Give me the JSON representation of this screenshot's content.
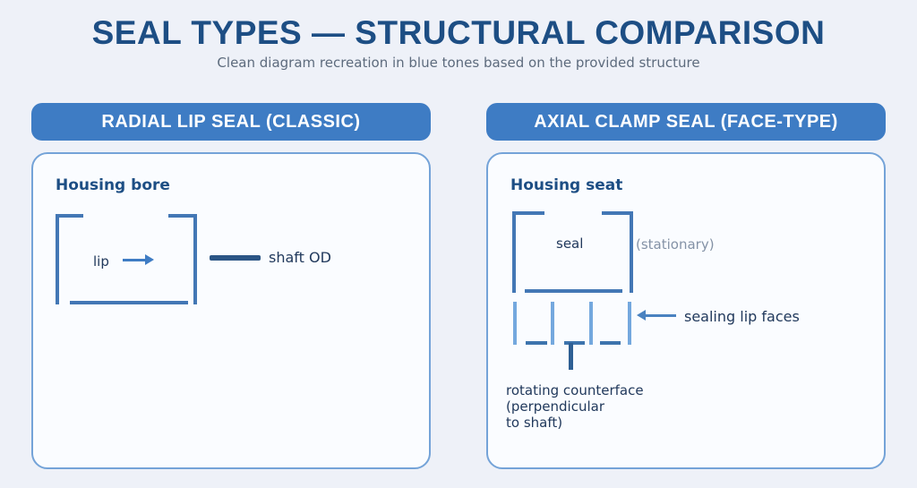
{
  "page": {
    "title": "SEAL TYPES — STRUCTURAL COMPARISON",
    "subtitle": "Clean diagram recreation in blue tones based on the provided structure"
  },
  "colors": {
    "page_background": "#eef1f8",
    "panel_background": "#fafcff",
    "panel_border": "#74a3d8",
    "header_pill": "#3e7cc4",
    "title_navy": "#1d4e84",
    "bracket_blue": "#4377b5",
    "light_tick_blue": "#74a8de",
    "counterface_stem": "#2e5f94",
    "shaft_bar": "#2b5585",
    "muted_label": "#8492a6"
  },
  "left_panel": {
    "header": "RADIAL LIP SEAL (CLASSIC)",
    "section_title": "Housing bore",
    "labels": {
      "lip": "lip",
      "shaft_od": "shaft OD"
    },
    "icons": {
      "lip_arrow": "arrow-right"
    }
  },
  "right_panel": {
    "header": "AXIAL CLAMP SEAL (FACE-TYPE)",
    "section_title": "Housing seat",
    "labels": {
      "seal": "seal",
      "stationary": "(stationary)",
      "sealing_lip_faces": "sealing lip faces",
      "rotating_counterface_line1": "rotating counterface",
      "rotating_counterface_line2": "(perpendicular",
      "rotating_counterface_line3": "to shaft)"
    },
    "icons": {
      "faces_arrow": "arrow-left"
    }
  }
}
